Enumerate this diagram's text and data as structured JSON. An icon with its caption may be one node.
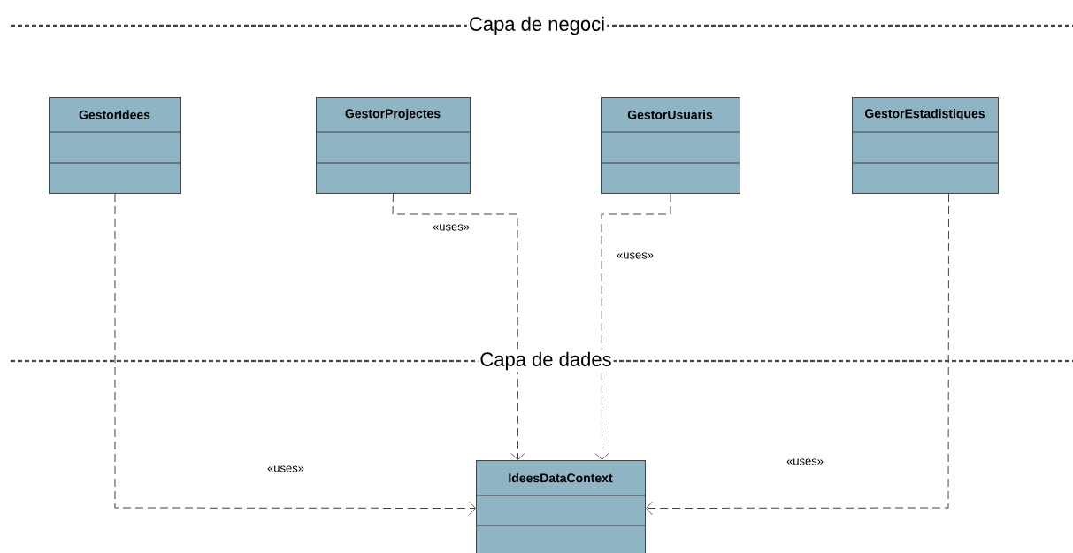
{
  "diagram": {
    "nodes": [
      {
        "text": [
          "GestorIdees"
        ]
      },
      {
        "text": [
          "GestorProjectes"
        ]
      },
      {
        "text": [
          "GestorUsuaris"
        ]
      },
      {
        "text": [
          "GestorEstadistiques"
        ]
      },
      {
        "text": [
          "IdeesDataContext"
        ]
      }
    ],
    "edges": [
      {
        "from": 0,
        "to": 4,
        "arrow": "to",
        "style": "dashed",
        "label": "«uses»"
      },
      {
        "from": 1,
        "to": 4,
        "arrow": "to",
        "style": "dashed",
        "label": "«uses»"
      },
      {
        "from": 2,
        "to": 4,
        "arrow": "to",
        "style": "dashed",
        "label": "«uses»"
      },
      {
        "from": 3,
        "to": 4,
        "arrow": "to",
        "style": "dashed",
        "label": "«uses»"
      }
    ],
    "labels": [
      "Capa de negoci",
      "Capa de dades"
    ]
  }
}
